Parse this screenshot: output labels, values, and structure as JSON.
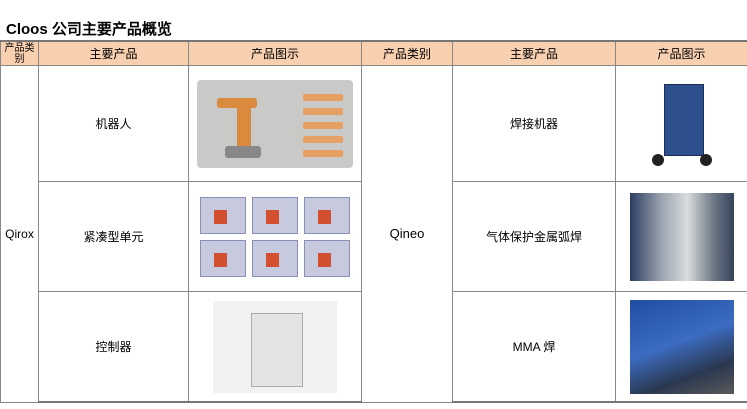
{
  "title": "Cloos 公司主要产品概览",
  "headers": [
    "产品类别",
    "主要产品",
    "产品图示",
    "产品类别",
    "主要产品",
    "产品图示"
  ],
  "left": {
    "category": "Qirox",
    "products": [
      "机器人",
      "紧凑型单元",
      "控制器"
    ]
  },
  "right": {
    "category": "Qineo",
    "products": [
      "焊接机器",
      "气体保护金属弧焊",
      "MMA 焊"
    ]
  },
  "colors": {
    "header_bg": "#f8d0b0"
  }
}
